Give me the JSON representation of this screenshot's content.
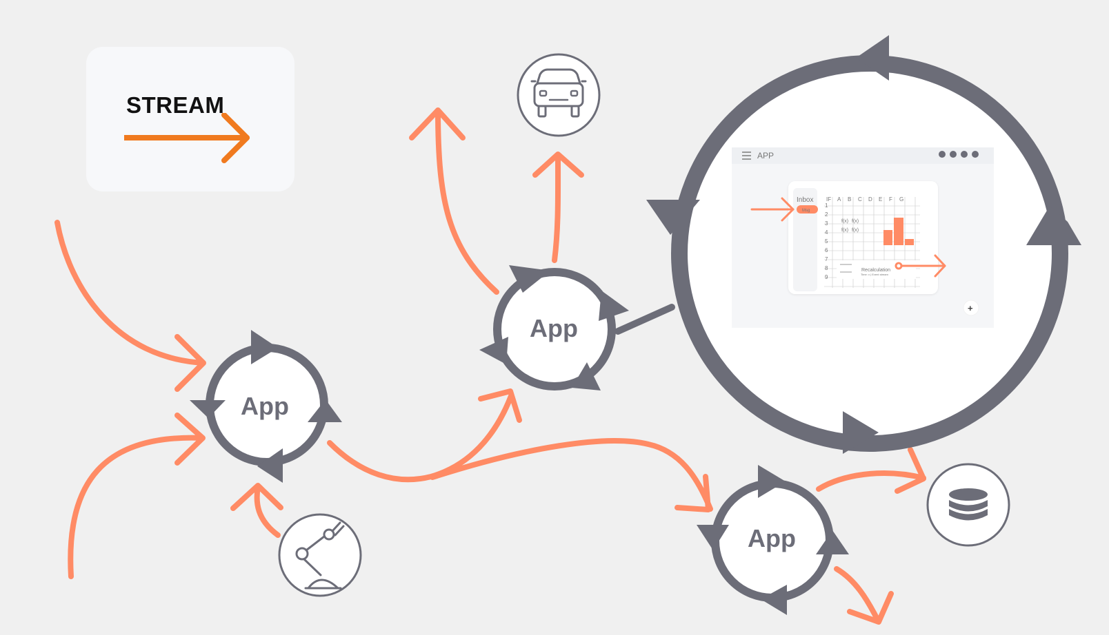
{
  "legend": {
    "title": "STREAM",
    "arrow_color": "#f07a1f"
  },
  "nodes": [
    {
      "label": "App"
    },
    {
      "label": "App"
    },
    {
      "label": "App"
    }
  ],
  "devices": {
    "car": "car-icon",
    "robot_arm": "robot-arm-icon",
    "database": "database-icon"
  },
  "colors": {
    "stream": "#ff8b65",
    "cycle": "#6c6d78",
    "background": "#f0f0f0",
    "legend_background": "#f7f8fa"
  },
  "mini_app": {
    "title": "APP",
    "inbox_label": "Inbox",
    "msg_label": "Msg",
    "column_headers": [
      "IF",
      "A",
      "B",
      "C",
      "D",
      "E",
      "F",
      "G"
    ],
    "row_numbers": [
      "1",
      "2",
      "3",
      "4",
      "5",
      "6",
      "7",
      "8",
      "9"
    ],
    "formula_cells": [
      "f(x)",
      "f(x)",
      "f(x)",
      "f(x)"
    ],
    "popup_title": "Recalculation",
    "popup_subtitle": "Time: x | Event stream",
    "add_button": "+"
  }
}
